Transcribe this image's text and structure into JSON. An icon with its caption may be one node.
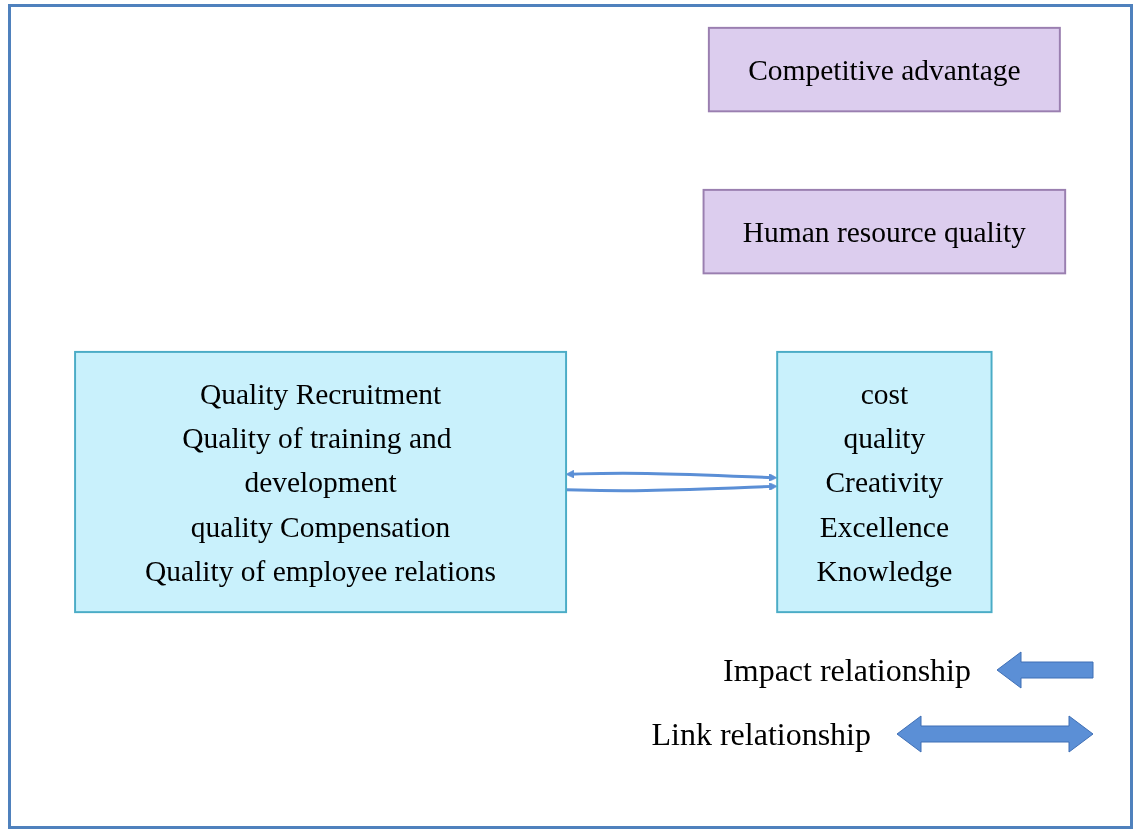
{
  "diagram": {
    "nodes": [
      {
        "text": [
          "Competitive advantage"
        ]
      },
      {
        "text": [
          "Human resource quality"
        ]
      },
      {
        "text": [
          "cost",
          "quality",
          "Creativity",
          "Excellence",
          "Knowledge"
        ]
      },
      {
        "text": [
          "Quality Recruitment",
          "Quality of training and development",
          "quality Compensation",
          "Quality of employee relations"
        ]
      }
    ],
    "edges": [
      {
        "from": 3,
        "to": 2,
        "arrow": "to"
      },
      {
        "from": 2,
        "to": 3,
        "arrow": "both"
      }
    ],
    "legend": [
      {
        "text": "Impact relationship"
      },
      {
        "text": "Link relationship"
      }
    ]
  }
}
